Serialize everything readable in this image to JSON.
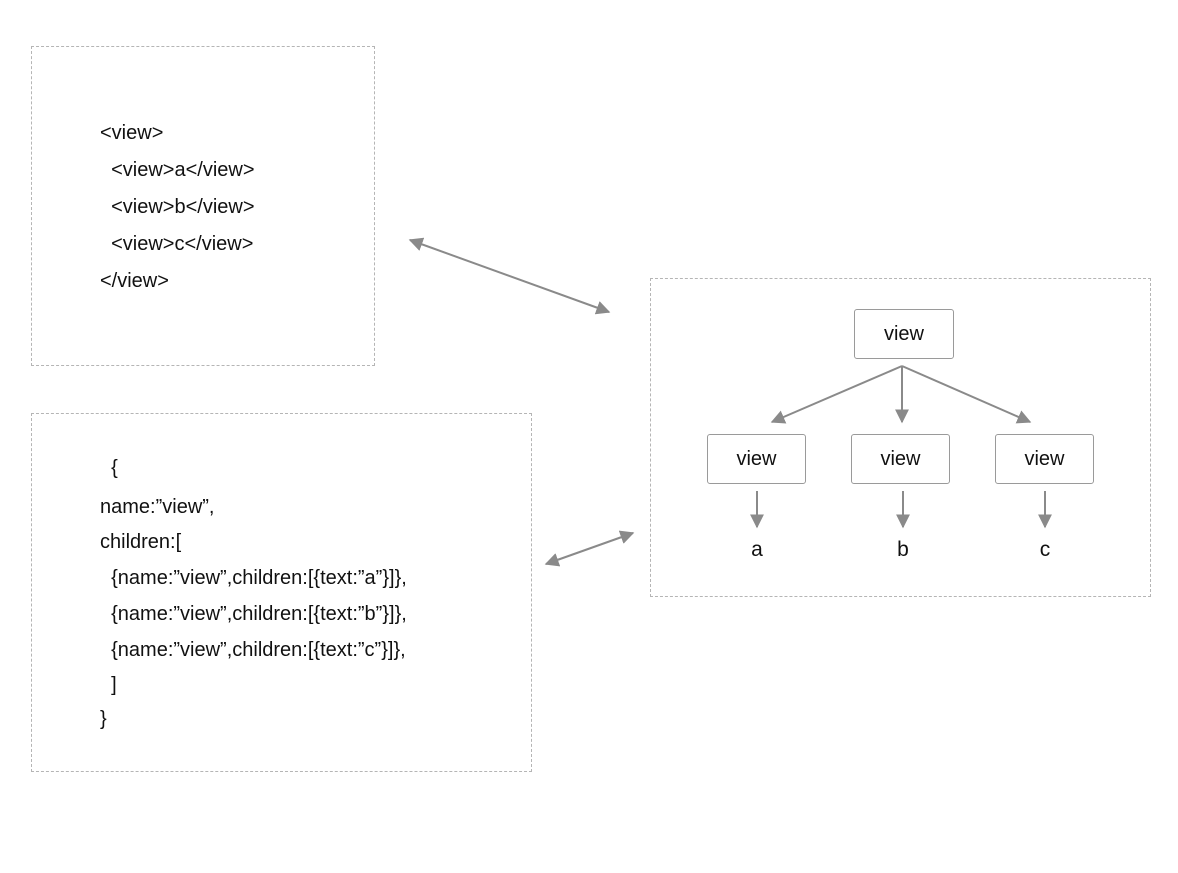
{
  "markup": {
    "lines": [
      "<view>",
      "  <view>a</view>",
      "  <view>b</view>",
      "  <view>c</view>",
      "</view>"
    ]
  },
  "json_code": {
    "lines": [
      "  {",
      "name:”view”,",
      "children:[",
      "  {name:”view”,children:[{text:”a”}]},",
      "  {name:”view”,children:[{text:”b”}]},",
      "  {name:”view”,children:[{text:”c”}]},",
      "  ]",
      "}"
    ]
  },
  "tree": {
    "root_label": "view",
    "children": [
      {
        "label": "view",
        "leaf": "a"
      },
      {
        "label": "view",
        "leaf": "b"
      },
      {
        "label": "view",
        "leaf": "c"
      }
    ]
  },
  "colors": {
    "border": "#b5b5b5",
    "arrow": "#8a8a8a",
    "node_border": "#9a9a9a",
    "text": "#111111"
  }
}
